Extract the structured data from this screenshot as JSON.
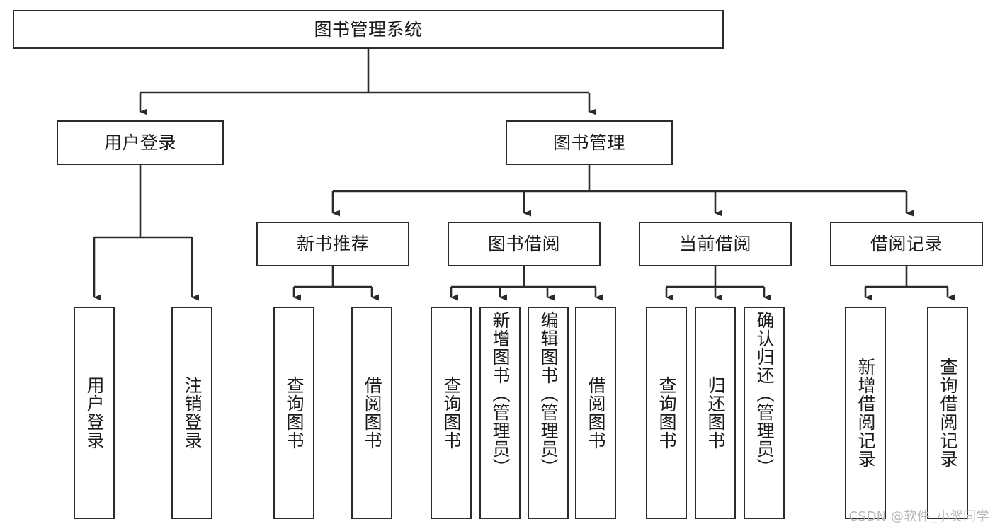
{
  "diagram": {
    "title": "图书管理系统",
    "watermark": "CSDN @软件_小贺同学",
    "line_color": "#2b2b2b",
    "box_fill": "#ffffff",
    "text_color": "#1a1a1a",
    "watermark_color": "#b8b8b8"
  },
  "nodes": {
    "root": {
      "label": "图书管理系统"
    },
    "level2": [
      {
        "label": "用户登录"
      },
      {
        "label": "图书管理"
      }
    ],
    "level3": [
      {
        "label": "新书推荐"
      },
      {
        "label": "图书借阅"
      },
      {
        "label": "当前借阅"
      },
      {
        "label": "借阅记录"
      }
    ],
    "leaves_user_login": [
      {
        "label": "用户登录"
      },
      {
        "label": "注销登录"
      }
    ],
    "leaves_new_book": [
      {
        "label": "查询图书"
      },
      {
        "label": "借阅图书"
      }
    ],
    "leaves_borrow": [
      {
        "label": "查询图书"
      },
      {
        "label": "新增图书（管理员）"
      },
      {
        "label": "编辑图书（管理员）"
      },
      {
        "label": "借阅图书"
      }
    ],
    "leaves_current": [
      {
        "label": "查询图书"
      },
      {
        "label": "归还图书"
      },
      {
        "label": "确认归还（管理员）"
      }
    ],
    "leaves_records": [
      {
        "label": "新增借阅记录"
      },
      {
        "label": "查询借阅记录"
      }
    ]
  }
}
